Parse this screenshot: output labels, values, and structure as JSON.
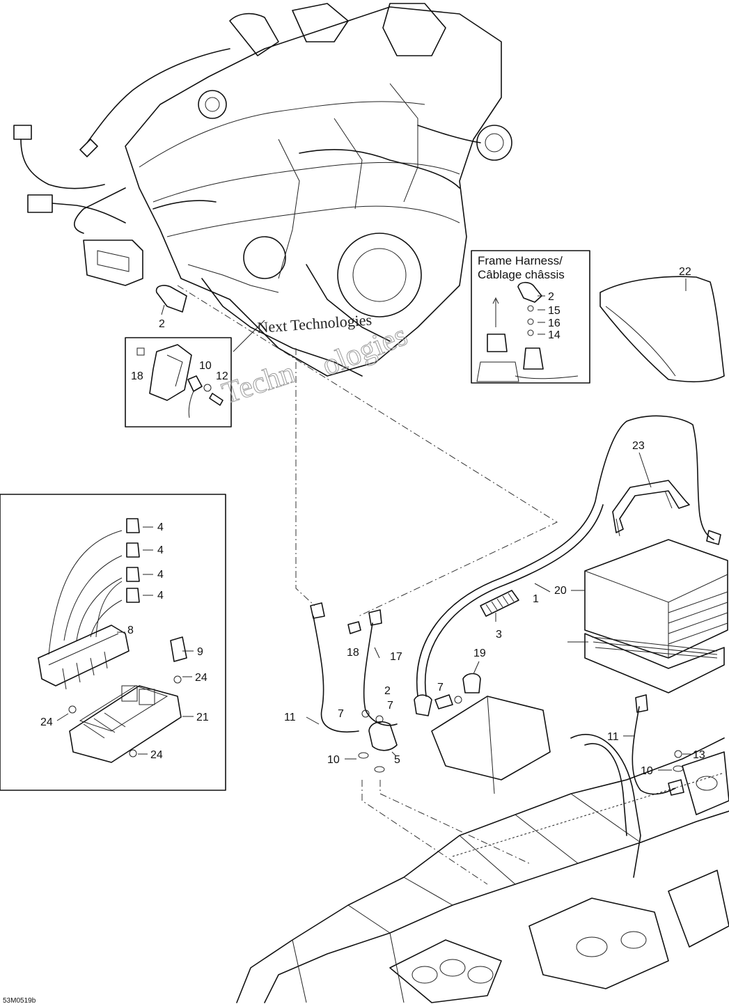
{
  "diagram_code": "53M0519b",
  "watermark": {
    "line1": "Next Technologies",
    "line2": "Techn",
    "line3": "ologies"
  },
  "inset_frame_harness": {
    "title_line1": "Frame Harness/",
    "title_line2": "Câblage châssis"
  },
  "callouts": [
    {
      "id": "c-2a",
      "text": "2"
    },
    {
      "id": "c-18a",
      "text": "18"
    },
    {
      "id": "c-10a",
      "text": "10"
    },
    {
      "id": "c-12",
      "text": "12"
    },
    {
      "id": "c-2b",
      "text": "2"
    },
    {
      "id": "c-15",
      "text": "15"
    },
    {
      "id": "c-16",
      "text": "16"
    },
    {
      "id": "c-14",
      "text": "14"
    },
    {
      "id": "c-22",
      "text": "22"
    },
    {
      "id": "c-23",
      "text": "23"
    },
    {
      "id": "c-1",
      "text": "1"
    },
    {
      "id": "c-20",
      "text": "20"
    },
    {
      "id": "c-3",
      "text": "3"
    },
    {
      "id": "c-4a",
      "text": "4"
    },
    {
      "id": "c-4b",
      "text": "4"
    },
    {
      "id": "c-4c",
      "text": "4"
    },
    {
      "id": "c-4d",
      "text": "4"
    },
    {
      "id": "c-8",
      "text": "8"
    },
    {
      "id": "c-9",
      "text": "9"
    },
    {
      "id": "c-24a",
      "text": "24"
    },
    {
      "id": "c-24b",
      "text": "24"
    },
    {
      "id": "c-21",
      "text": "21"
    },
    {
      "id": "c-24c",
      "text": "24"
    },
    {
      "id": "c-18b",
      "text": "18"
    },
    {
      "id": "c-17",
      "text": "17"
    },
    {
      "id": "c-19",
      "text": "19"
    },
    {
      "id": "c-2c",
      "text": "2"
    },
    {
      "id": "c-7a",
      "text": "7"
    },
    {
      "id": "c-7b",
      "text": "7"
    },
    {
      "id": "c-7c",
      "text": "7"
    },
    {
      "id": "c-11a",
      "text": "11"
    },
    {
      "id": "c-10b",
      "text": "10"
    },
    {
      "id": "c-5",
      "text": "5"
    },
    {
      "id": "c-11b",
      "text": "11"
    },
    {
      "id": "c-13",
      "text": "13"
    },
    {
      "id": "c-10c",
      "text": "10"
    }
  ]
}
